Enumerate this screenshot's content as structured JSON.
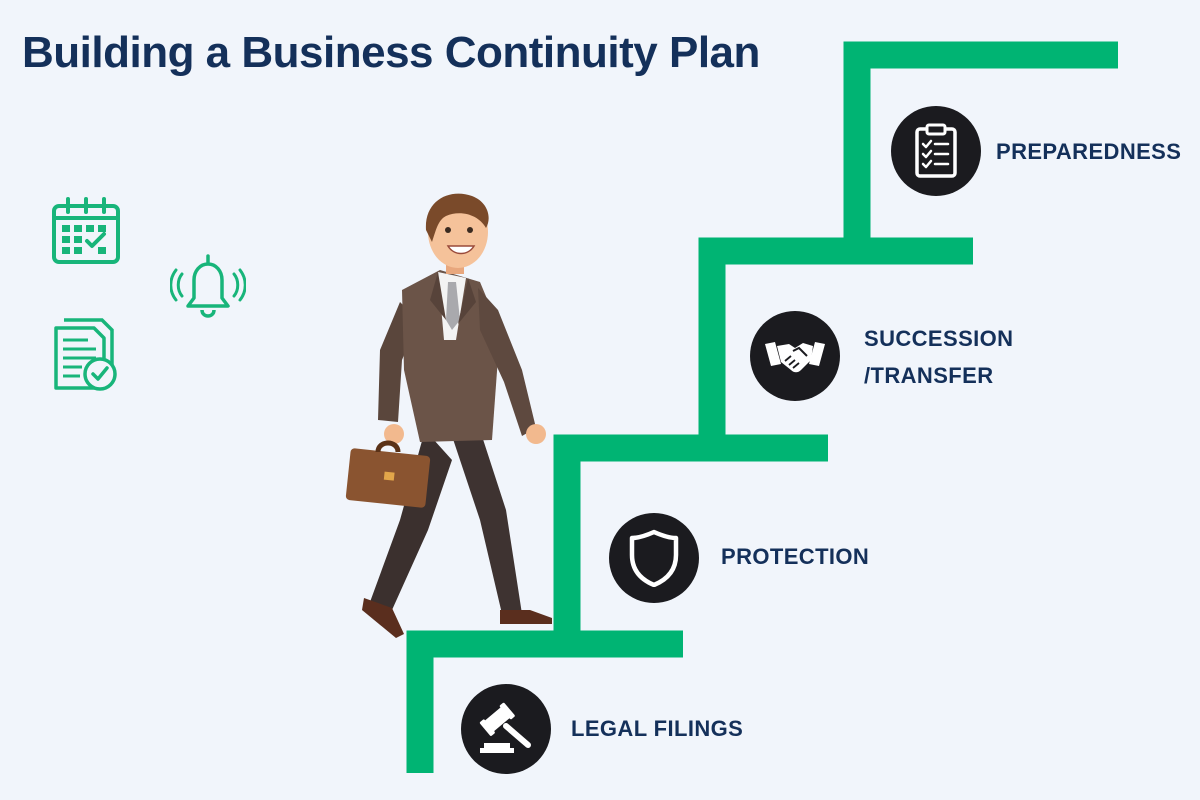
{
  "title": "Building a Business Continuity Plan",
  "colors": {
    "background": "#f1f5fb",
    "stairs": "#00b473",
    "title": "#14305a",
    "icon_circle": "#1b1b1f",
    "side_icons": "#18b57a"
  },
  "steps": [
    {
      "label": "LEGAL FILINGS",
      "icon": "gavel-icon"
    },
    {
      "label": "PROTECTION",
      "icon": "shield-icon"
    },
    {
      "label": "SUCCESSION",
      "label_line2": "/TRANSFER",
      "icon": "handshake-icon"
    },
    {
      "label": "PREPAREDNESS",
      "icon": "clipboard-checklist-icon"
    }
  ],
  "side_icons": [
    "calendar-check-icon",
    "bell-ringing-icon",
    "document-check-icon"
  ],
  "figure": "businessman-walking-with-briefcase"
}
